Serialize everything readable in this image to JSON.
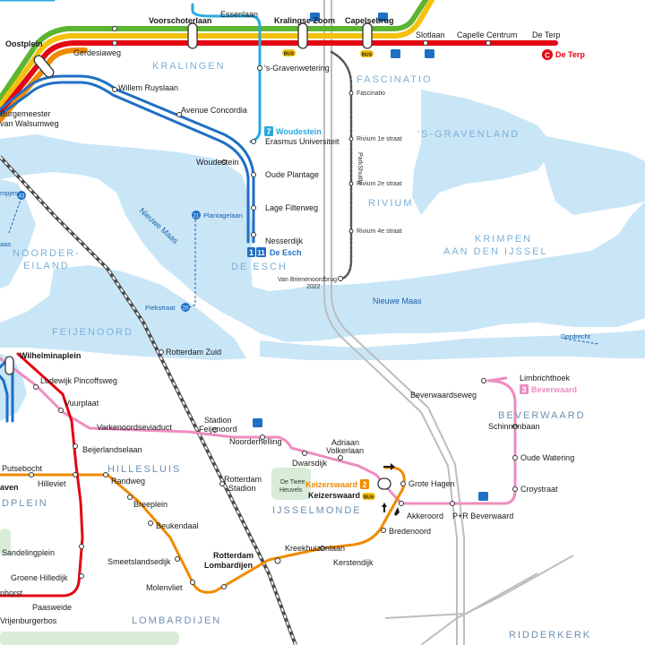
{
  "colors": {
    "water": "#c9e6f7",
    "green_area": "#d8ecd8",
    "line_a": "#5cb531",
    "line_b": "#f4c20d",
    "line_c": "#e30613",
    "line_d": "#f08a00",
    "tram_light": "#2aa8e0",
    "tram_blue": "#1f6fc4",
    "tram_pink": "#ee8dbf",
    "tram_orange": "#f08a00",
    "tram_red": "#e30613",
    "rail": "#4a4a4a",
    "road": "#bdbdbd"
  },
  "districts": {
    "kralingen": "KRALINGEN",
    "fascinatio": "FASCINATIO",
    "s_gravenland": "'S-GRAVENLAND",
    "rivium": "RIVIUM",
    "krimpen_1": "KRIMPEN",
    "krimpen_2": "AAN DEN IJSSEL",
    "noorder_1": "NOORDER-",
    "noorder_2": "EILAND",
    "de_esch": "DE ESCH",
    "feijenoord": "FEIJENOORD",
    "beverwaard": "BEVERWAARD",
    "hillesluis": "HILLESLUIS",
    "ijsselmonde": "IJSSELMONDE",
    "dplein": "DPLEIN",
    "lombardijen": "LOMBARDIJEN",
    "ridderkerk": "RIDDERKERK"
  },
  "water_labels": {
    "nieuwe_maas_left": "Nieuwe Maas",
    "nieuwe_maas_right": "Nieuwe Maas",
    "plantagelaan": "Plantagelaan",
    "piekstraat": "Piekstraat",
    "dordrecht": "Dordrecht",
    "ferry_20": "20",
    "ferry_21": "21",
    "ferry_43": "43",
    "mpjes": "mpjes",
    "aas": "aas"
  },
  "misc": {
    "de_twee_heuvels_1": "De Twee",
    "de_twee_heuvels_2": "Heuvels",
    "year_2022": "2022",
    "park_shuttle": "ParkShuttle",
    "bus": "BUS"
  },
  "terminals": {
    "woudestein": {
      "num": "7",
      "label": "Woudestein"
    },
    "de_esch": {
      "num1": "1",
      "num2": "11",
      "label": "De Esch"
    },
    "de_terp": {
      "num": "C",
      "label": "De Terp"
    },
    "beverwaard": {
      "num": "3",
      "label": "Beverwaard"
    },
    "keizerswaard": {
      "num": "2",
      "label": "Keizerswaard"
    }
  },
  "stations": {
    "voorschoterlaan": "Voorschoterlaan",
    "essenlaan": "Essenlaan",
    "kralingse_zoom": "Kralingse Zoom",
    "capelsebrug": "Capelsebrug",
    "oostplein": "Oostplein",
    "gerdesiaweg": "Gerdesiaweg",
    "slotlaan": "Slotlaan",
    "capelle_centrum": "Capelle Centrum",
    "de_terp_stop": "De Terp",
    "s_gravenwetering": "'s-Gravenwetering",
    "willem_ruyslaan": "Willem Ruyslaan",
    "fascinatio": "Fascinatio",
    "burgemeester_1": "Burgemeester",
    "burgemeester_2": "van Walsumweg",
    "avenue_concordia": "Avenue Concordia",
    "erasmus_universiteit": "Erasmus Universiteit",
    "rivium_1e": "Rivium 1e straat",
    "woudestein_stop": "Woudestein",
    "oude_plantage": "Oude Plantage",
    "rivium_2e": "Rivium 2e straat",
    "lage_filterweg": "Lage Filterweg",
    "rivium_4e": "Rivium 4e straat",
    "nesserdijk": "Nesserdijk",
    "van_brienenoordbrug": "Van Brienenoordbrug",
    "rotterdam_zuid": "Rotterdam Zuid",
    "wilhelminaplein": "Wilhelminaplein",
    "lodewijk_pincoffsweg": "Lodewijk Pincoffsweg",
    "vuurplaat": "Vuurplaat",
    "limbrichthoek": "Limbrichthoek",
    "beverwaardseweg": "Beverwaardseweg",
    "stadion_feijenoord_1": "Stadion",
    "stadion_feijenoord_2": "Feijenoord",
    "varkenoordseviaduct": "Varkenoordseviaduct",
    "noorderhelling": "Noorderhelling",
    "schinnenbaan": "Schinnenbaan",
    "beijerlandselaan": "Beijerlandselaan",
    "adriaan_volkerlaan_1": "Adriaan",
    "adriaan_volkerlaan_2": "Volkerlaan",
    "dwarsdijk": "Dwarsdijk",
    "oude_watering": "Oude Watering",
    "putsebocht": "Putsebocht",
    "rotterdam_stadion_1": "Rotterdam",
    "rotterdam_stadion_2": "Stadion",
    "keizerswaard_stop": "Keizerswaard",
    "grote_hagen": "Grote Hagen",
    "randweg": "Randweg",
    "aven": "aven",
    "hilleviet": "Hilleviet",
    "croystraat": "Croystraat",
    "akkeroord": "Akkeroord",
    "pr_beverwaard": "P+R Beverwaard",
    "breeplein": "Breeplein",
    "bredenoord": "Bredenoord",
    "beukendaal": "Beukendaal",
    "sandelingplein": "Sandelingplein",
    "kreekhuizenlaan": "Kreekhuizenlaan",
    "rotterdam_lombardijen_1": "Rotterdam",
    "rotterdam_lombardijen_2": "Lombardijen",
    "smeetslandsedijk": "Smeetslandsedijk",
    "kerstendijk": "Kerstendijk",
    "groene_hilledijk": "Groene Hilledijk",
    "molenvliet": "Molenvliet",
    "nhorst": "nhorst",
    "paasweide": "Paasweide",
    "vrijenburgerbos": "Vrijenburgerbos"
  }
}
